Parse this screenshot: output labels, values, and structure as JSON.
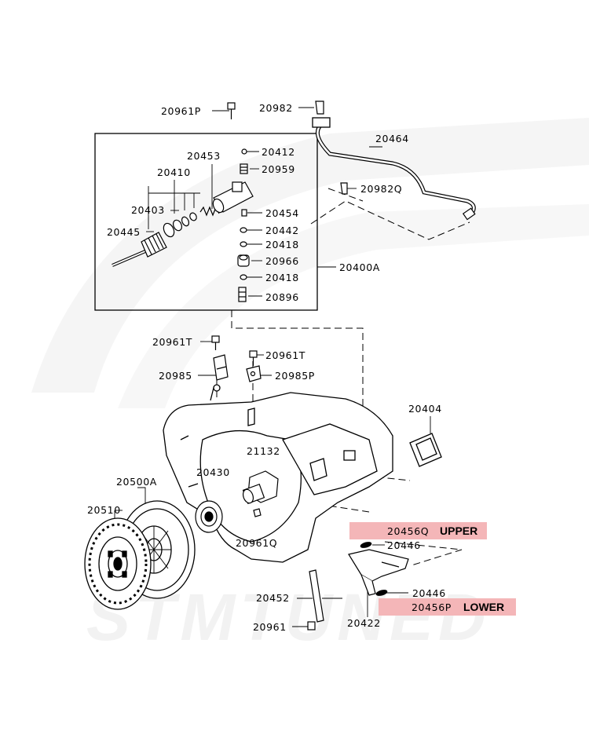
{
  "watermark": {
    "text": "STMTUNED"
  },
  "highlight_color": "#f4b6b8",
  "labels": {
    "p20961P_top": "20961P",
    "p20982": "20982",
    "p20464": "20464",
    "p20453": "20453",
    "p20412": "20412",
    "p20410": "20410",
    "p20959": "20959",
    "p20982Q": "20982Q",
    "p20403": "20403",
    "p20454": "20454",
    "p20445": "20445",
    "p20442": "20442",
    "p20418a": "20418",
    "p20966": "20966",
    "p20400A": "20400A",
    "p20418b": "20418",
    "p20896": "20896",
    "p20961T_left": "20961T",
    "p20961T_right": "20961T",
    "p20985": "20985",
    "p20985P": "20985P",
    "p20404": "20404",
    "p21132": "21132",
    "p20500A": "20500A",
    "p20430": "20430",
    "p20510": "20510",
    "p20961Q": "20961Q",
    "p20446_upper": "20446",
    "p20452": "20452",
    "p20446_lower": "20446",
    "p20422": "20422",
    "p20961_bottom": "20961"
  },
  "highlights": {
    "upper_part": "20456Q",
    "upper_word": "UPPER",
    "lower_part": "20456P",
    "lower_word": "LOWER"
  }
}
